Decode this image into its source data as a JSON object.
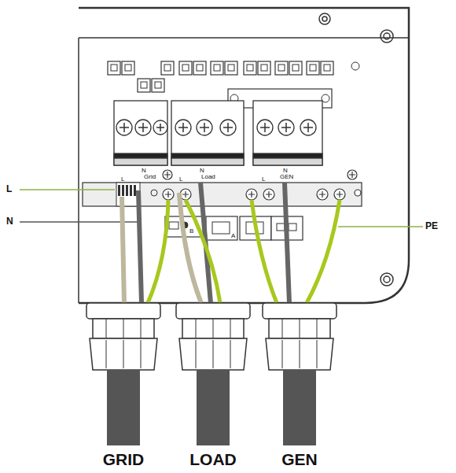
{
  "diagram": {
    "labels": [
      "L",
      "N",
      "PE",
      "L",
      "N",
      "Grid",
      "L",
      "N",
      "Load",
      "L",
      "N",
      "GEN",
      "B",
      "A",
      "GRID",
      "LOAD",
      "GEN"
    ]
  }
}
